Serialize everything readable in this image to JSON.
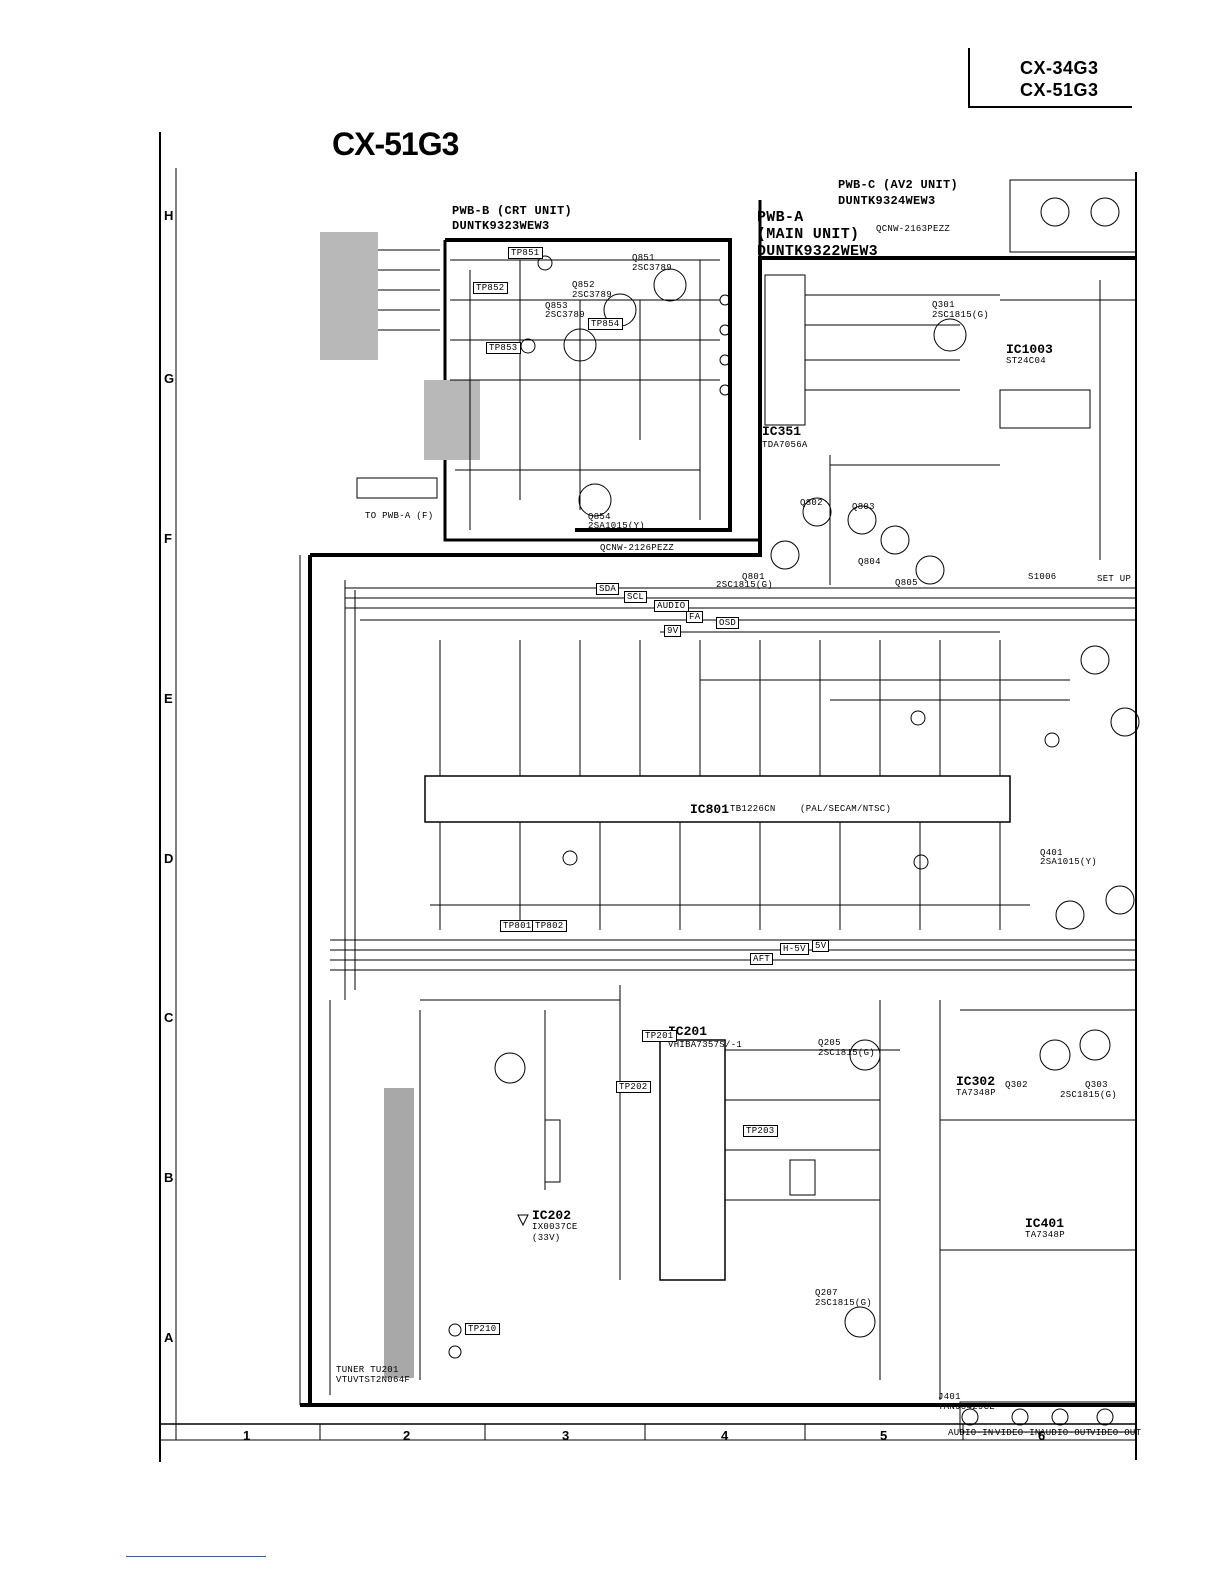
{
  "header": {
    "models": [
      "CX-34G3",
      "CX-51G3"
    ],
    "title": "CX-51G3"
  },
  "units": {
    "crt": {
      "name": "PWB-B (CRT UNIT)",
      "code": "DUNTK9323WEW3"
    },
    "main": {
      "name_line1": "PWB-A",
      "name_line2": "(MAIN UNIT)",
      "code": "DUNTK9322WEW3"
    },
    "av2": {
      "name": "PWB-C (AV2 UNIT)",
      "code": "DUNTK9324WEW3"
    }
  },
  "ics": {
    "ic351": {
      "ref": "IC351",
      "part": "TDA7056A"
    },
    "ic1003": {
      "ref": "IC1003",
      "part": "ST24C04"
    },
    "ic801": {
      "ref": "IC801",
      "part": "TB1226CN",
      "note": "(PAL/SECAM/NTSC)"
    },
    "ic201": {
      "ref": "IC201",
      "part": "VHIBA7357S/-1"
    },
    "ic202": {
      "ref": "IC202",
      "part": "IX0037CE",
      "note": "(33V)"
    },
    "ic302": {
      "ref": "IC302",
      "part": "TA7348P"
    },
    "ic401": {
      "ref": "IC401",
      "part": "TA7348P"
    }
  },
  "transistors": [
    {
      "ref": "Q851",
      "part": "2SC3789"
    },
    {
      "ref": "Q852",
      "part": "2SC3789"
    },
    {
      "ref": "Q853",
      "part": "2SC3789"
    },
    {
      "ref": "Q854",
      "part": "2SA1015(Y)"
    },
    {
      "ref": "Q301",
      "part": "2SC1815(G)"
    },
    {
      "ref": "Q801",
      "part": "2SC1815(G)"
    },
    {
      "ref": "Q802",
      "part": ""
    },
    {
      "ref": "Q803",
      "part": ""
    },
    {
      "ref": "Q804",
      "part": ""
    },
    {
      "ref": "Q805",
      "part": ""
    },
    {
      "ref": "Q401",
      "part": "2SA1015(Y)"
    },
    {
      "ref": "Q205",
      "part": "2SC1815(G)"
    },
    {
      "ref": "Q207",
      "part": "2SC1815(G)"
    },
    {
      "ref": "Q302",
      "part": "2SC1815(G)"
    },
    {
      "ref": "Q303",
      "part": ""
    }
  ],
  "bus_labels": [
    "SDA",
    "SCL",
    "AUDIO",
    "FA",
    "OSD",
    "9V",
    "AFT",
    "5V",
    "H-5V"
  ],
  "test_points": [
    "TP851",
    "TP852",
    "TP853",
    "TP854",
    "TP801",
    "TP802",
    "TP201",
    "TP202",
    "TP203",
    "TP210"
  ],
  "misc_labels": {
    "to_pwb": "TO PWB-A (F)",
    "crt_connector": "QCNW-2126PEZZ",
    "speaker": "QCNW-2163PEZZ",
    "tuner_label": "TUNER TU201",
    "tuner_part": "VTUVTST2N064F",
    "j401": "J401",
    "j401_part": "TANJ0429CE",
    "jack_labels": [
      "AUDIO-IN",
      "VIDEO-IN",
      "AUDIO-OUT",
      "VIDEO-OUT"
    ],
    "setup": "SET UP",
    "reset": "S1006"
  },
  "grid": {
    "rows": [
      "H",
      "G",
      "F",
      "E",
      "D",
      "C",
      "B",
      "A"
    ],
    "cols": [
      "1",
      "2",
      "3",
      "4",
      "5",
      "6"
    ]
  }
}
